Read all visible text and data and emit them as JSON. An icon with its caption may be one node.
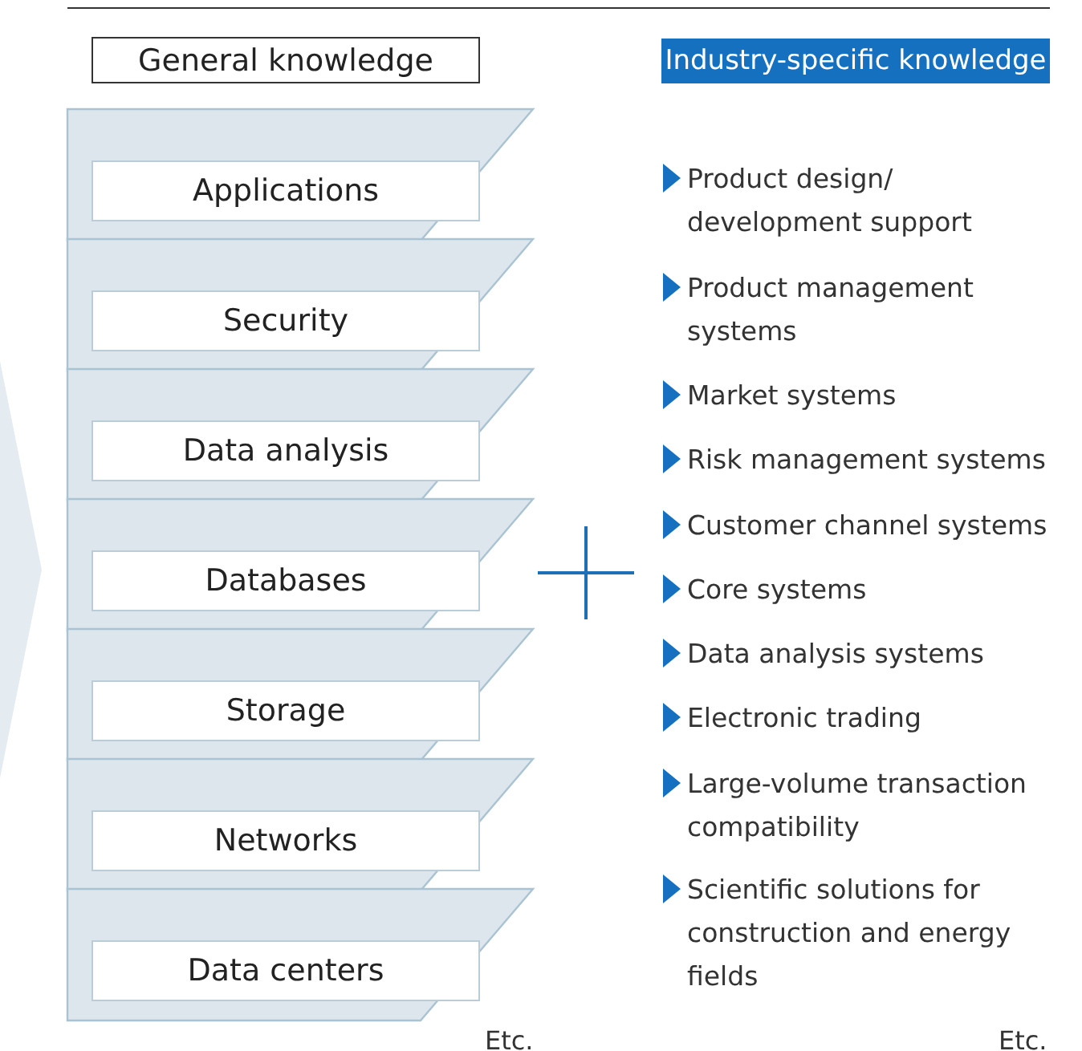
{
  "diagram": {
    "nodes": [
      {
        "text": [
          "General knowledge"
        ]
      },
      {
        "text": [
          "Industry-specific knowledge"
        ]
      },
      {
        "text": [
          "Applications"
        ]
      },
      {
        "text": [
          "Security"
        ]
      },
      {
        "text": [
          "Data analysis"
        ]
      },
      {
        "text": [
          "Databases"
        ]
      },
      {
        "text": [
          "Storage"
        ]
      },
      {
        "text": [
          "Networks"
        ]
      },
      {
        "text": [
          "Data centers"
        ]
      },
      {
        "text": [],
        "shape": "chevron"
      }
    ],
    "edges": [],
    "labels": [
      "Product design/ development support",
      "Product management systems",
      "Market systems",
      "Risk management systems",
      "Customer channel systems",
      "Core systems",
      "Data analysis systems",
      "Electronic trading",
      "Large-volume transaction compatibility",
      "Scientific solutions for construction and energy fields",
      "Etc.",
      "Etc."
    ]
  }
}
